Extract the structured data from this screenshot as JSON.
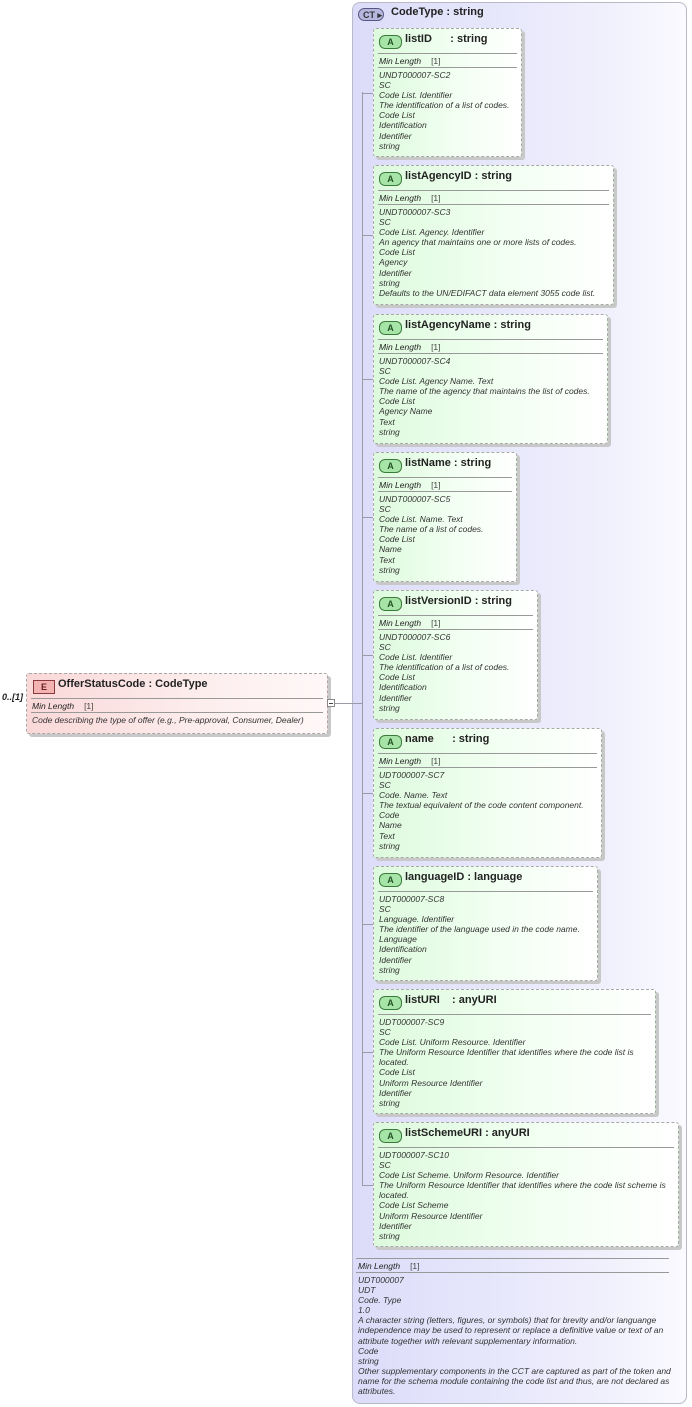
{
  "element": {
    "occurrence": "0..[1]",
    "badge": "E",
    "name": "OfferStatusCode : CodeType",
    "facet_label": "Min Length",
    "facet_value": "[1]",
    "doc": "Code describing the type of offer (e.g., Pre-approval, Consumer, Dealer)"
  },
  "complex_type": {
    "badge": "CT",
    "title": "CodeType : string",
    "facet_label": "Min Length",
    "facet_value": "[1]",
    "doc": [
      "UDT000007",
      "UDT",
      "Code. Type",
      "1.0",
      "A character string (letters, figures, or symbols) that for brevity and/or languange independence may be used to represent or replace a definitive value or text of an attribute together with relevant supplementary information.",
      "Code",
      "string",
      "Other supplementary components in the CCT are captured as part of the token and name for the schema module containing the code list and thus, are not declared as attributes."
    ]
  },
  "attributes": [
    {
      "badge": "A",
      "name": "listID      : string",
      "facet_label": "Min Length",
      "facet_value": "[1]",
      "doc": [
        "UNDT000007-SC2",
        "SC",
        "Code List. Identifier",
        "The identification of a list of codes.",
        "Code List",
        "Identification",
        "Identifier",
        "string"
      ]
    },
    {
      "badge": "A",
      "name": "listAgencyID : string",
      "facet_label": "Min Length",
      "facet_value": "[1]",
      "doc": [
        "UNDT000007-SC3",
        "SC",
        "Code List. Agency. Identifier",
        "An agency that maintains one or more lists of codes.",
        "Code List",
        "Agency",
        "Identifier",
        "string",
        "Defaults to the UN/EDIFACT data element 3055 code list."
      ]
    },
    {
      "badge": "A",
      "name": "listAgencyName : string",
      "facet_label": "Min Length",
      "facet_value": "[1]",
      "doc": [
        "UNDT000007-SC4",
        "SC",
        "Code List. Agency Name. Text",
        "The name of the agency that maintains the list of codes.",
        "Code List",
        "Agency Name",
        "Text",
        "string"
      ]
    },
    {
      "badge": "A",
      "name": "listName : string",
      "facet_label": "Min Length",
      "facet_value": "[1]",
      "doc": [
        "UNDT000007-SC5",
        "SC",
        "Code List. Name. Text",
        "The name of a list of codes.",
        "Code List",
        "Name",
        "Text",
        "string"
      ]
    },
    {
      "badge": "A",
      "name": "listVersionID : string",
      "facet_label": "Min Length",
      "facet_value": "[1]",
      "doc": [
        "UNDT000007-SC6",
        "SC",
        "Code List. Identifier",
        "The identification of a list of codes.",
        "Code List",
        "Identification",
        "Identifier",
        "string"
      ]
    },
    {
      "badge": "A",
      "name": "name      : string",
      "facet_label": "Min Length",
      "facet_value": "[1]",
      "doc": [
        "UDT000007-SC7",
        "SC",
        "Code. Name. Text",
        "The textual equivalent of the code content component.",
        "Code",
        "Name",
        "Text",
        "string"
      ]
    },
    {
      "badge": "A",
      "name": "languageID : language",
      "facet_label": "",
      "facet_value": "",
      "doc": [
        "UDT000007-SC8",
        "SC",
        "Language. Identifier",
        "The identifier of the language used in the code name.",
        "Language",
        "Identification",
        "Identifier",
        "string"
      ]
    },
    {
      "badge": "A",
      "name": "listURI    : anyURI",
      "facet_label": "",
      "facet_value": "",
      "doc": [
        "UDT000007-SC9",
        "SC",
        "Code List. Uniform Resource. Identifier",
        "The Uniform Resource Identifier that identifies where the code list is located.",
        "Code List",
        "Uniform Resource Identifier",
        "Identifier",
        "string"
      ]
    },
    {
      "badge": "A",
      "name": "listSchemeURI : anyURI",
      "facet_label": "",
      "facet_value": "",
      "doc": [
        "UDT000007-SC10",
        "SC",
        "Code List Scheme. Uniform Resource. Identifier",
        "The Uniform Resource Identifier that identifies where the code list scheme is located.",
        "Code List Scheme",
        "Uniform Resource Identifier",
        "Identifier",
        "string"
      ]
    }
  ]
}
